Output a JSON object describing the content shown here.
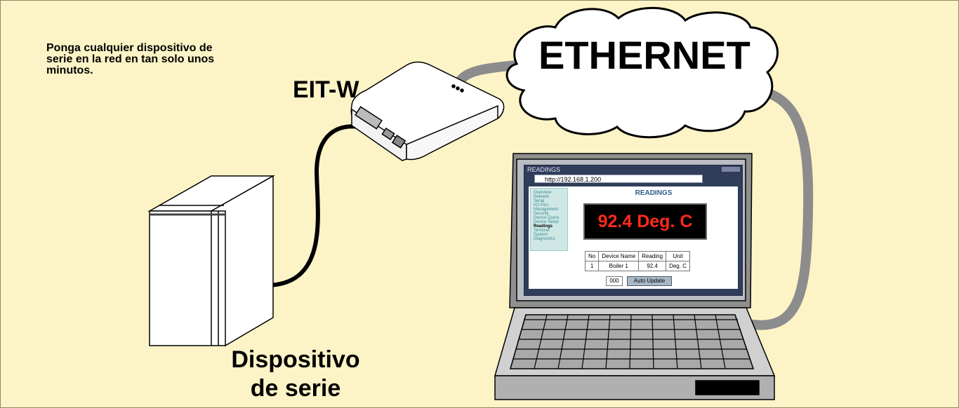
{
  "intro_text": "Ponga cualquier dispositivo de serie en la red en tan solo unos minutos.",
  "labels": {
    "gateway": "EIT-W",
    "network": "ETHERNET",
    "device_line1": "Dispositivo",
    "device_line2": "de serie"
  },
  "browser": {
    "window_title": "READINGS",
    "url": "http://192.168.1.200",
    "menu": [
      "Overview",
      "Network",
      "Serial",
      "I/O Pins",
      "Management",
      "Security",
      "Device Query",
      "Device Setup",
      "Readings",
      "Terminal",
      "System",
      "Diagnostics"
    ],
    "active_menu": "Readings",
    "heading": "READINGS",
    "display_value": "92.4 Deg. C",
    "table": {
      "headers": [
        "No",
        "Device Name",
        "Reading",
        "Unit"
      ],
      "rows": [
        [
          "1",
          "Boiler 1",
          "92.4",
          "Deg. C"
        ]
      ]
    },
    "counter": "000",
    "auto_update_label": "Auto Update"
  },
  "colors": {
    "background": "#fcf4c6",
    "cable_gray": "#8c8c8c",
    "display_text": "#ff2a1a"
  }
}
